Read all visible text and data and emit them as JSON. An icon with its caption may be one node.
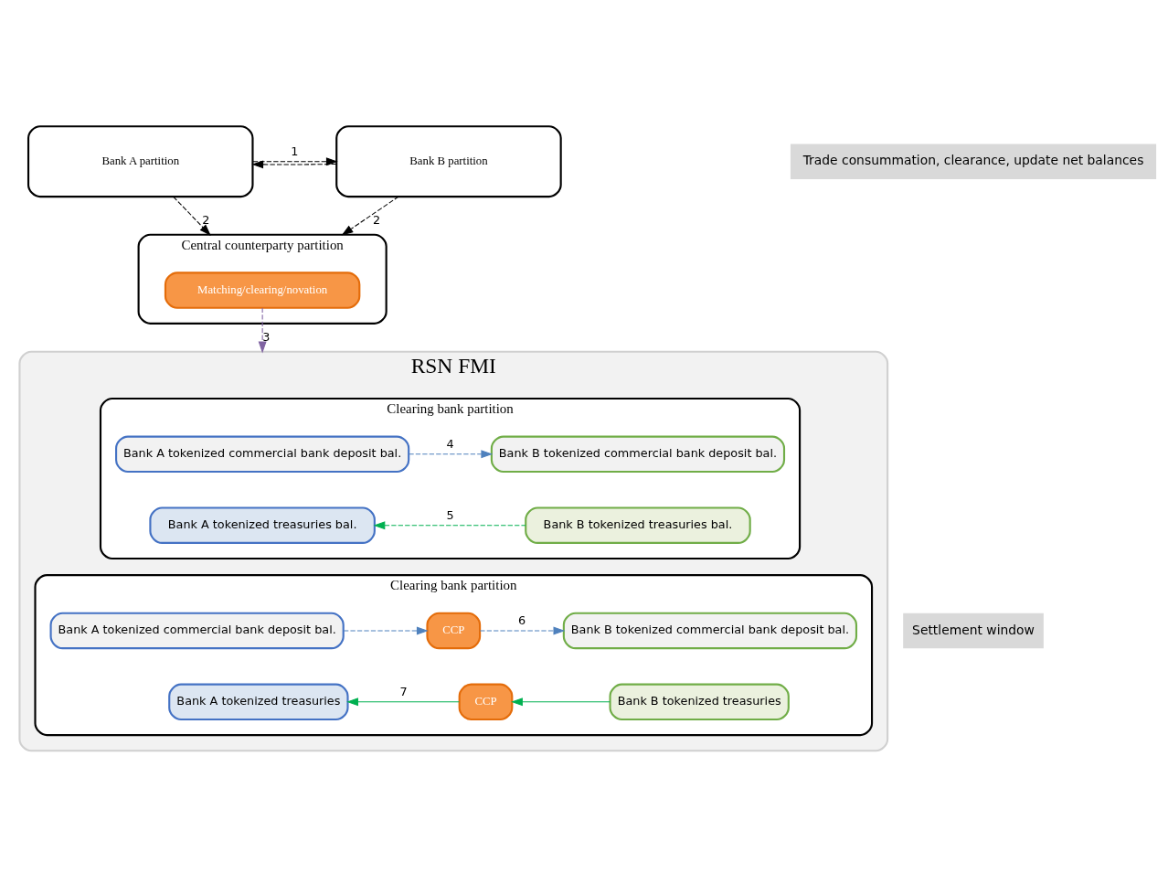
{
  "diagram": {
    "nodes": [
      {
        "text": [
          "Bank A partition"
        ]
      },
      {
        "text": [
          "Bank B partition"
        ]
      },
      {
        "text": [
          "Central counterparty partition"
        ]
      },
      {
        "text": [
          "Matching/clearing/novation"
        ],
        "in": 2
      },
      {
        "text": [
          "RSN FMI"
        ]
      },
      {
        "text": [
          "Clearing bank partition"
        ],
        "in": 4
      },
      {
        "text": [
          "Bank A tokenized commercial bank deposit bal."
        ],
        "in": 5
      },
      {
        "text": [
          "Bank B tokenized commercial bank deposit bal."
        ],
        "in": 5
      },
      {
        "text": [
          "Bank A tokenized treasuries bal."
        ],
        "in": 5
      },
      {
        "text": [
          "Bank B tokenized treasuries bal."
        ],
        "in": 5
      },
      {
        "text": [
          "Clearing bank partition"
        ],
        "in": 4
      },
      {
        "text": [
          "Bank A tokenized commercial bank deposit bal."
        ],
        "in": 10
      },
      {
        "text": [
          "CCP"
        ],
        "in": 10
      },
      {
        "text": [
          "Bank B tokenized commercial bank deposit bal."
        ],
        "in": 10
      },
      {
        "text": [
          "Bank A tokenized treasuries"
        ],
        "in": 10
      },
      {
        "text": [
          "CCP"
        ],
        "in": 10
      },
      {
        "text": [
          "Bank B tokenized treasuries"
        ],
        "in": 10
      }
    ],
    "edges": [
      {
        "from": 0,
        "to": 1,
        "arrow": "to",
        "style": "dashed",
        "label": "1"
      },
      {
        "from": 1,
        "to": 0,
        "arrow": "to",
        "style": "dashed"
      },
      {
        "from": 0,
        "to": 2,
        "arrow": "to",
        "style": "dashed",
        "label": "2"
      },
      {
        "from": 1,
        "to": 2,
        "arrow": "to",
        "style": "dashed",
        "label": "2"
      },
      {
        "from": 3,
        "to": 4,
        "arrow": "to",
        "style": "dashed",
        "color": "#8064a2",
        "label": "3"
      },
      {
        "from": 6,
        "to": 7,
        "arrow": "to",
        "style": "dashed",
        "color": "#4f81bd",
        "label": "4"
      },
      {
        "from": 9,
        "to": 8,
        "arrow": "to",
        "style": "dashed",
        "color": "#00b050",
        "label": "5"
      },
      {
        "from": 11,
        "to": 12,
        "arrow": "to",
        "style": "dashed",
        "color": "#4f81bd"
      },
      {
        "from": 12,
        "to": 13,
        "arrow": "to",
        "style": "dashed",
        "color": "#4f81bd",
        "label": "6"
      },
      {
        "from": 16,
        "to": 15,
        "arrow": "to",
        "color": "#00b050"
      },
      {
        "from": 15,
        "to": 14,
        "arrow": "to",
        "color": "#00b050",
        "label": "7"
      }
    ],
    "labels": [
      "Trade consummation, clearance, update net balances",
      "Settlement window"
    ]
  }
}
